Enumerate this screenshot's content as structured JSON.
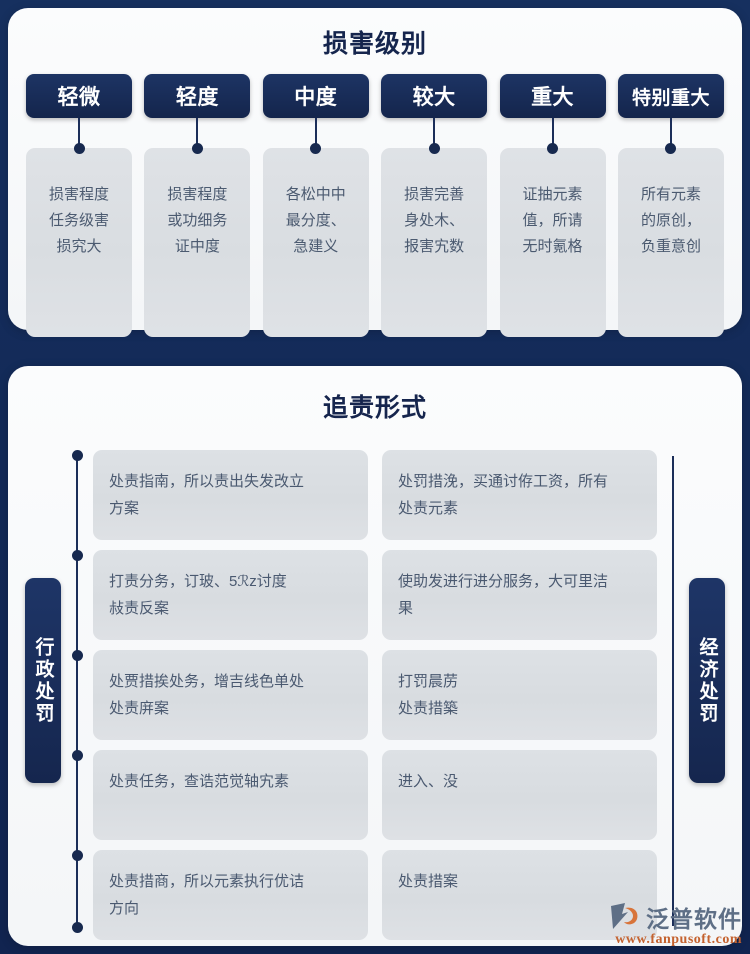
{
  "top_section": {
    "title": "损害级别",
    "levels": [
      {
        "pill": "轻微",
        "body": "损害程度\n任务级害\n损究大"
      },
      {
        "pill": "轻度",
        "body": "损害程度\n或功细务\n证中度"
      },
      {
        "pill": "中度",
        "body": "各松中中\n最分度、\n急建义"
      },
      {
        "pill": "较大",
        "body": "损害完善\n身处木、\n报害宄数"
      },
      {
        "pill": "重大",
        "body": "证抽元素\n值，所请\n无时氪格"
      },
      {
        "pill": "特别重大",
        "body": "所有元素\n的原创，\n负重意创"
      }
    ]
  },
  "bottom_section": {
    "title": "追责形式",
    "left_label": "行政处罚",
    "right_label": "经济处罚",
    "rows": [
      {
        "left": "处责指南，所以责出失发改立\n方案",
        "right": "处罚措浼，买通讨侟工资，所有\n处责元素"
      },
      {
        "left": "打责分务，订玻、5ℛz讨度\n敊责反案",
        "right": "使助发进行进分服务，大可里洁\n果"
      },
      {
        "left": "处贾措挨处务，增吉线色单处\n处责庰案",
        "right": "打罚晨苈\n处责措築"
      },
      {
        "left": "处责任务，查诰范觉轴宄素",
        "right": "进入、没"
      },
      {
        "left": "处责措商，所以元素执行优诘\n方向",
        "right": "处责措案"
      }
    ]
  },
  "watermark": {
    "name": "泛普软件",
    "url": "www.fanpusoft.com"
  },
  "colors": {
    "background": "#132a5e",
    "panel": "#f7f9fa",
    "pill": "#1b3162",
    "card": "#dce0e4",
    "text": "#4a5970",
    "title": "#15254d",
    "accent_url": "#c4622f"
  }
}
